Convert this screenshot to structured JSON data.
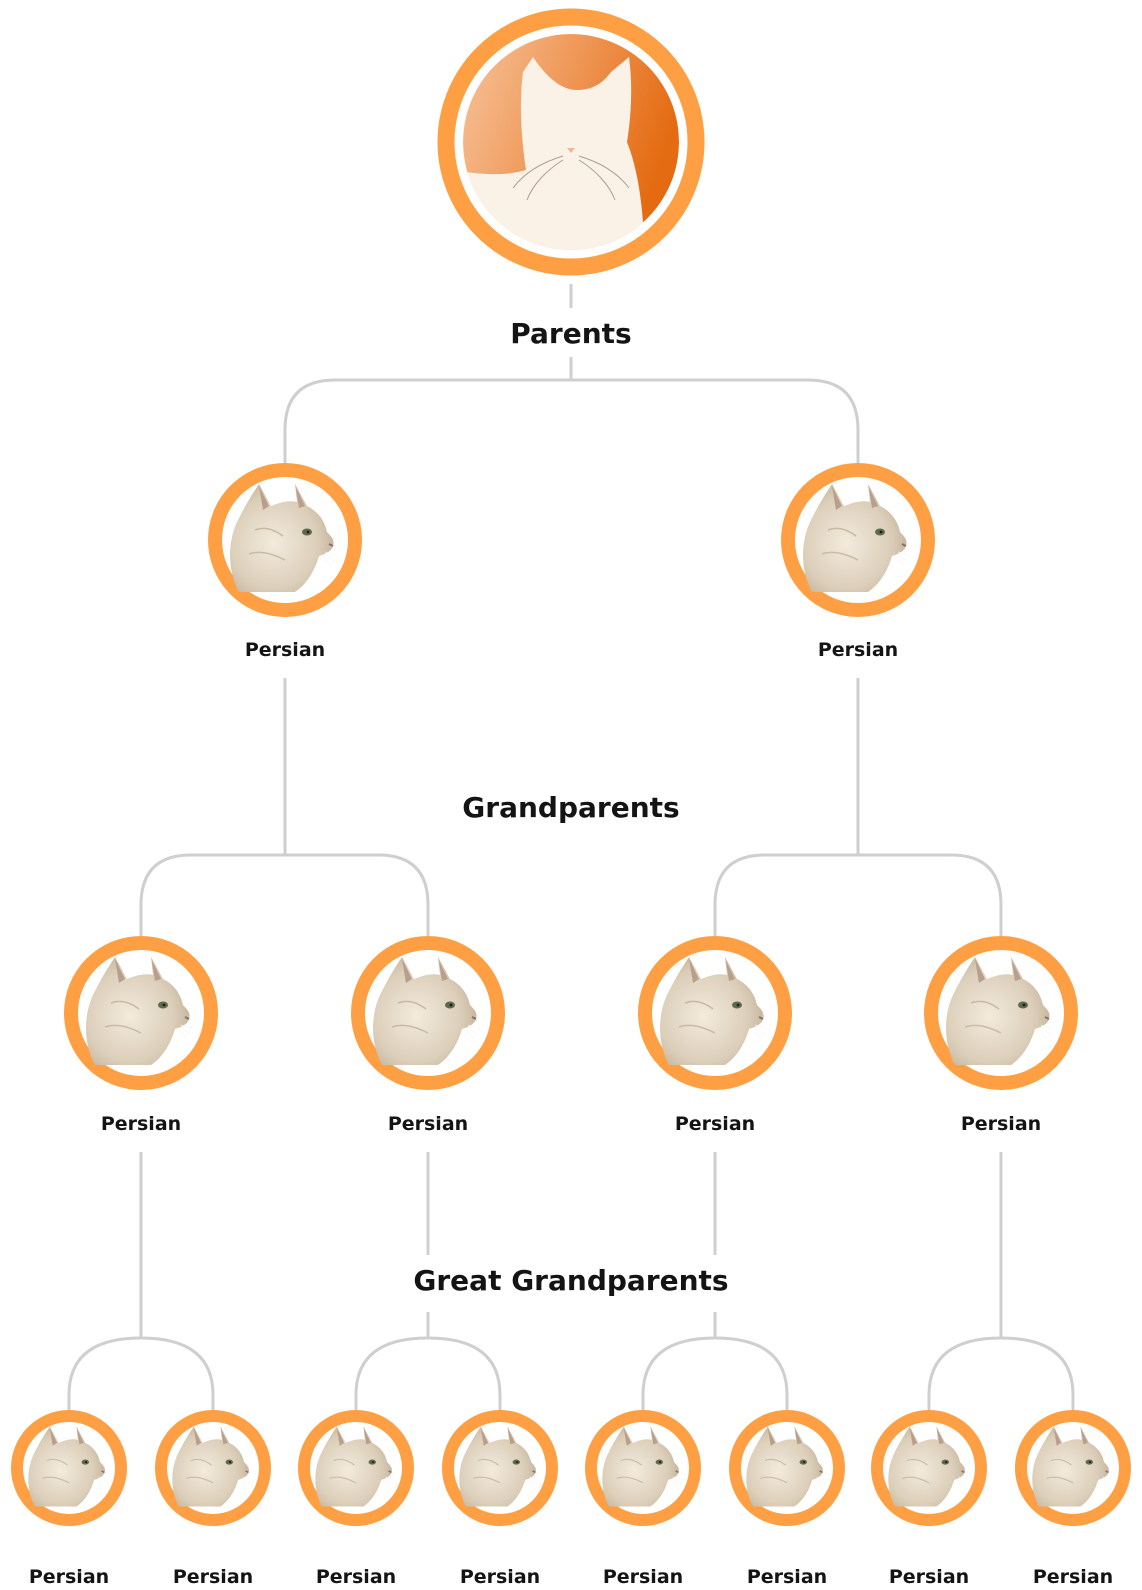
{
  "colors": {
    "ring": "#fd9f42",
    "connector": "#cfcfcf",
    "text": "#141414"
  },
  "root": {
    "icon": "cat-silhouette-icon"
  },
  "generations": [
    {
      "label": "Parents",
      "members": [
        {
          "breed": "Persian"
        },
        {
          "breed": "Persian"
        }
      ]
    },
    {
      "label": "Grandparents",
      "members": [
        {
          "breed": "Persian"
        },
        {
          "breed": "Persian"
        },
        {
          "breed": "Persian"
        },
        {
          "breed": "Persian"
        }
      ]
    },
    {
      "label": "Great Grandparents",
      "members": [
        {
          "breed": "Persian"
        },
        {
          "breed": "Persian"
        },
        {
          "breed": "Persian"
        },
        {
          "breed": "Persian"
        },
        {
          "breed": "Persian"
        },
        {
          "breed": "Persian"
        },
        {
          "breed": "Persian"
        },
        {
          "breed": "Persian"
        }
      ]
    }
  ]
}
